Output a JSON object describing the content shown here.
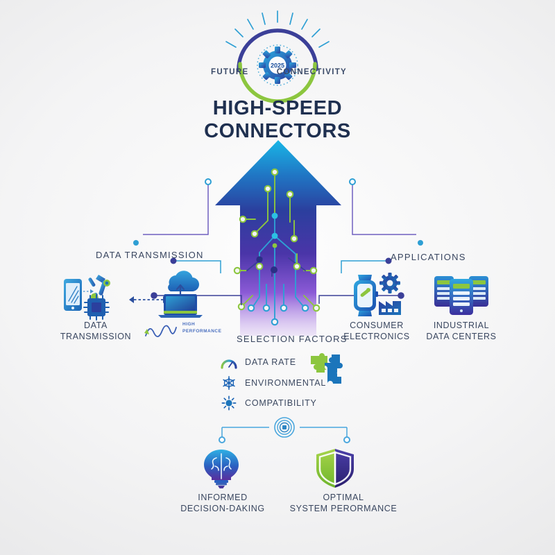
{
  "page": {
    "background_top": "#fdfdfd",
    "background_bottom": "#e2e2e4"
  },
  "logo": {
    "word_left": "FUTURE",
    "word_right": "CONNECTIVITY",
    "gear_year": "2025",
    "arc_top_color": "#3b3f98",
    "arc_bottom_color": "#8cc63f",
    "gear_color": "#1b75bb",
    "ray_color": "#2e9fd4"
  },
  "title": {
    "line1": "HIGH-SPEED",
    "line2": "CONNECTORS",
    "color": "#1f3050"
  },
  "sections": {
    "data_transmission_label": "DATA TRANSMISSION",
    "applications_label": "APPLICATIONS",
    "selection_factors_label": "SELECTION FACTORS"
  },
  "left_items": [
    {
      "id": "data-transmission",
      "caption_line1": "DATA",
      "caption_line2": "TRANSMISSION",
      "icon": "smartphone-robot-chip-icon"
    },
    {
      "id": "cloud-laptop",
      "caption_line1": "",
      "caption_line2": "",
      "icon": "cloud-laptop-icon"
    }
  ],
  "high_performance": {
    "line1": "HIGH",
    "line2": "PERFORMANCE",
    "icon": "waveform-icon",
    "color": "#4a6fbf"
  },
  "right_items": [
    {
      "id": "consumer-electronics",
      "caption_line1": "CONSUMER",
      "caption_line2": "ELECTRONICS",
      "icon": "smartwatch-gear-factory-icon"
    },
    {
      "id": "industrial-data-centers",
      "caption_line1": "INDUSTRIAL",
      "caption_line2": "DATA CENTERS",
      "icon": "server-stack-icon"
    }
  ],
  "selection_factors": [
    {
      "label": "DATA RATE",
      "icon": "gauge-icon",
      "color": "#2e9fd4"
    },
    {
      "label": "ENVIRONMENTAL",
      "icon": "snowflake-icon",
      "color": "#1b75bb"
    },
    {
      "label": "COMPATIBILITY",
      "icon": "sun-icon",
      "color": "#1b75bb"
    }
  ],
  "puzzle": {
    "icon": "puzzle-pieces-icon",
    "green": "#8cc63f",
    "blue": "#1b75bb"
  },
  "outcomes": [
    {
      "id": "informed-decision-making",
      "caption_line1": "INFORMED",
      "caption_line2": "DECISION-DAKING",
      "icon": "brain-bulb-icon"
    },
    {
      "id": "optimal-system-performance",
      "caption_line1": "OPTIMAL",
      "caption_line2": "SYSTEM PERORMANCE",
      "icon": "shield-icon"
    }
  ],
  "hub": {
    "icon": "target-hub-icon",
    "color": "#49a6dd"
  },
  "arrow": {
    "icon": "circuit-arrow-icon",
    "tip_color": "#19b6e6",
    "mid_color": "#2b3f9e",
    "base_color": "#7b4fd0",
    "trace_green": "#8cc63f",
    "trace_blue": "#2e9fd4"
  },
  "connectors": {
    "line_color": "#49a6dd",
    "node_color": "#2e9fd4"
  }
}
